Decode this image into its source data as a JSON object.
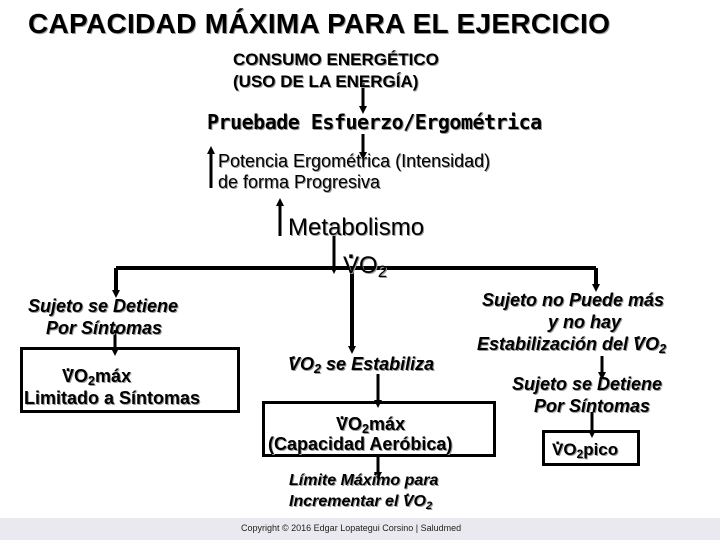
{
  "title": "CAPACIDAD MÁXIMA PARA EL EJERCICIO",
  "consumo": {
    "line1": "CONSUMO ENERGÉTICO",
    "line2": "(USO DE LA ENERGÍA)"
  },
  "prueba": "Pruebade Esfuerzo/Ergométrica",
  "potencia": {
    "line1": "Potencia Ergométrica (Intensidad)",
    "line2": "de forma Progresiva"
  },
  "metabolismo": "Metabolismo",
  "vo2_center": {
    "v": "V",
    "o": "O",
    "sub": "2"
  },
  "left": {
    "detiene_line1": "Sujeto se Detiene",
    "detiene_line2": "Por Síntomas",
    "box_v": "V",
    "box_o": "O",
    "box_sub": "2",
    "box_max": "máx",
    "box_line2": "Limitado a Síntomas"
  },
  "middle": {
    "estab_v": "V",
    "estab_o": "O",
    "estab_sub": "2",
    "estab_rest": " se Estabiliza",
    "box_v": "V",
    "box_o": "O",
    "box_sub": "2",
    "box_max": "máx",
    "box_line2": "(Capacidad Aeróbica)",
    "limite_line1": "Límite Máximo para",
    "limite_line2_pre": "Incrementar el ",
    "limite_v": "V",
    "limite_o": "O",
    "limite_sub": "2"
  },
  "right": {
    "nopuede_line1": "Sujeto no Puede más",
    "nopuede_line2": "y no hay",
    "nopuede_line3_pre": "Estabilización del ",
    "nopuede_v": "V",
    "nopuede_o": "O",
    "nopuede_sub": "2",
    "detiene_line1": "Sujeto se Detiene",
    "detiene_line2": "Por Síntomas",
    "box_v": "V",
    "box_o": "O",
    "box_sub": "2",
    "box_pico": "pico"
  },
  "footer": "Copyright © 2016 Edgar Lopategui Corsino | Saludmed"
}
